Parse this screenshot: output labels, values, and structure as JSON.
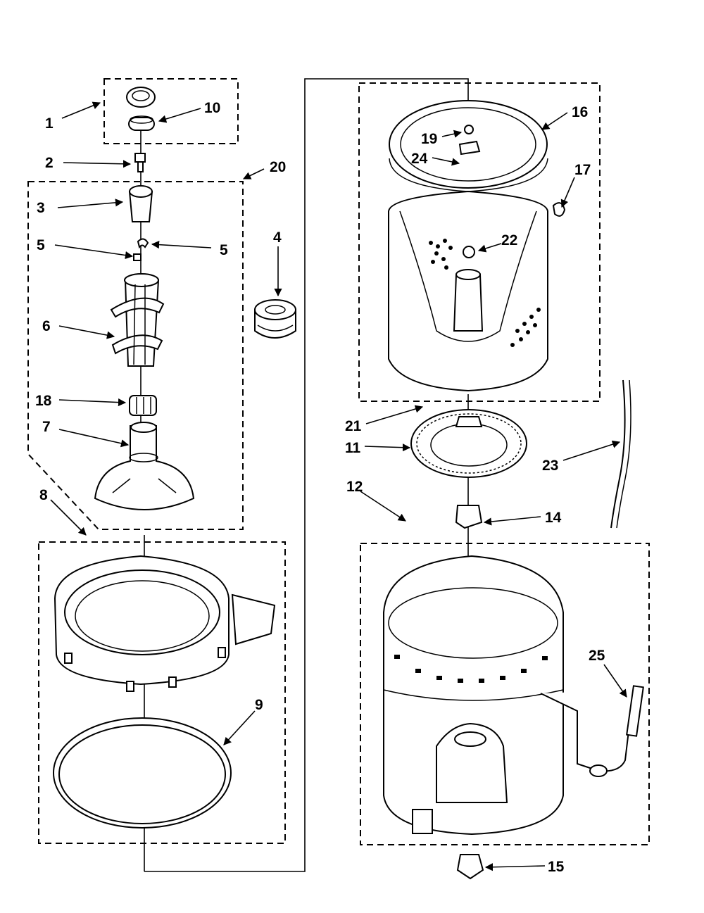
{
  "diagram": {
    "callouts": {
      "c1": "1",
      "c10": "10",
      "c2": "2",
      "c20": "20",
      "c3": "3",
      "c4": "4",
      "c5a": "5",
      "c5b": "5",
      "c6": "6",
      "c18": "18",
      "c7": "7",
      "c8": "8",
      "c9": "9",
      "c16": "16",
      "c17": "17",
      "c19": "19",
      "c24": "24",
      "c22": "22",
      "c21": "21",
      "c11": "11",
      "c23": "23",
      "c12": "12",
      "c14": "14",
      "c25": "25",
      "c15": "15"
    }
  }
}
